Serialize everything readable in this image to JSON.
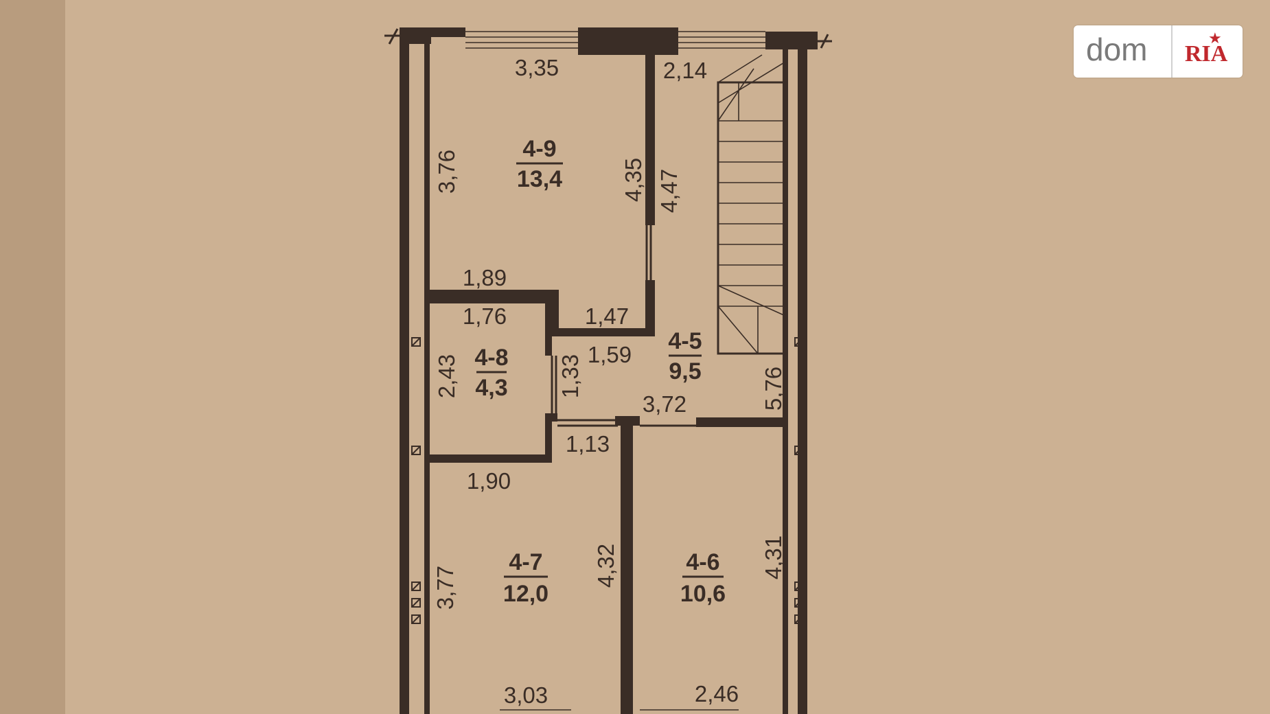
{
  "logo": {
    "dom": "dom",
    "ria": "RIA",
    "ria_color": "#c0282d",
    "dom_color": "#7a7a7a"
  },
  "colors": {
    "background": "#c9ad8e",
    "ink": "#3a2d26"
  },
  "rooms": {
    "r49": {
      "name": "4-9",
      "area": "13,4"
    },
    "r48": {
      "name": "4-8",
      "area": "4,3"
    },
    "r45": {
      "name": "4-5",
      "area": "9,5"
    },
    "r47": {
      "name": "4-7",
      "area": "12,0"
    },
    "r46": {
      "name": "4-6",
      "area": "10,6"
    }
  },
  "dims": {
    "d335": "3,35",
    "d214": "2,14",
    "d376": "3,76",
    "d435": "4,35",
    "d447": "4,47",
    "d189": "1,89",
    "d176": "1,76",
    "d147": "1,47",
    "d159": "1,59",
    "d243": "2,43",
    "d133": "1,33",
    "d372": "3,72",
    "d576": "5,76",
    "d113": "1,13",
    "d190": "1,90",
    "d377": "3,77",
    "d432": "4,32",
    "d431": "4,31",
    "d303": "3,03",
    "d246": "2,46"
  }
}
